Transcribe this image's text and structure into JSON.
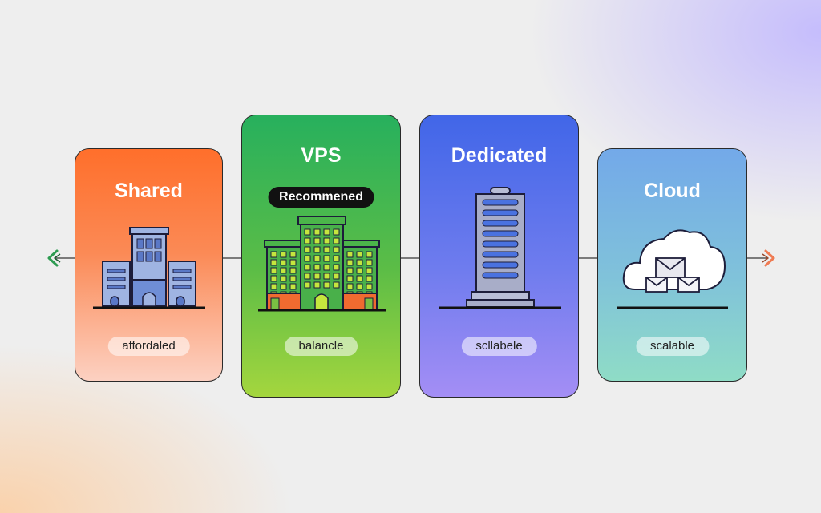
{
  "diagram": {
    "tiers": [
      {
        "title": "Shared",
        "tag": "affordaled",
        "icon": "shared-buildings-icon"
      },
      {
        "title": "VPS",
        "badge": "Recommened",
        "tag": "balancle",
        "icon": "vps-building-icon"
      },
      {
        "title": "Dedicated",
        "tag": "scllabele",
        "icon": "dedicated-tower-icon"
      },
      {
        "title": "Cloud",
        "tag": "scalable",
        "icon": "cloud-mail-icon"
      }
    ],
    "arrows": {
      "left": "left-arrow-icon",
      "right": "right-arrow-icon"
    },
    "colors": {
      "shared": [
        "#ff6f2b",
        "#fcd1c2"
      ],
      "vps": [
        "#27b05d",
        "#a4d63e"
      ],
      "dedicated": [
        "#4166e8",
        "#a48ef5"
      ],
      "cloud": [
        "#73a9e9",
        "#8fdcc6"
      ],
      "left_arrow": "#2e9c52",
      "right_arrow": "#ef7b53"
    }
  }
}
